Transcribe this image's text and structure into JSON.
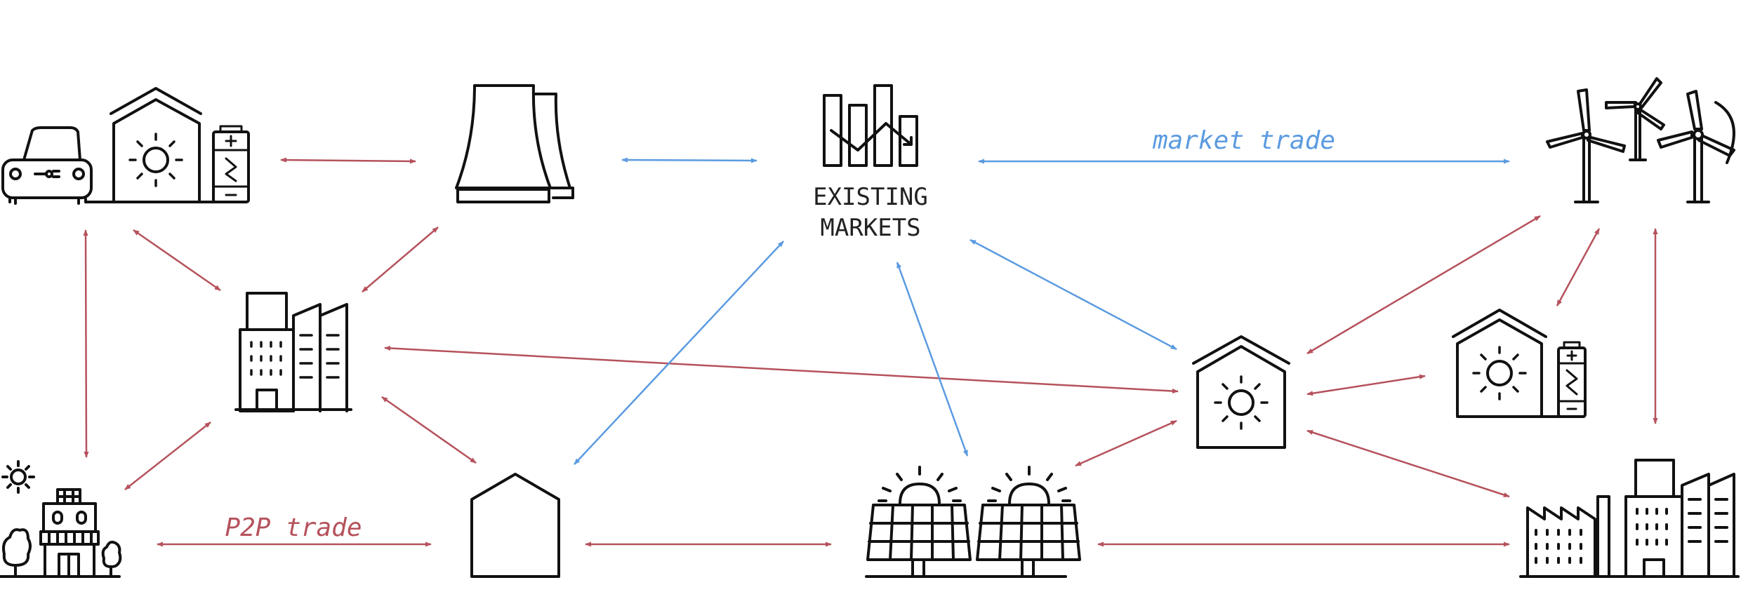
{
  "labels": {
    "existing_markets_line1": "EXISTING",
    "existing_markets_line2": "MARKETS",
    "market_trade": "market trade",
    "p2p_trade": "P2P trade"
  },
  "colors": {
    "p2p": "#b5525c",
    "market": "#5b9be0",
    "icon": "#111111"
  },
  "icons": [
    "electric-car-icon",
    "solar-house-icon",
    "battery-icon",
    "cooling-tower-icon",
    "market-chart-icon",
    "wind-turbines-icon",
    "office-building-icon",
    "solar-house-center-icon",
    "solar-house-battery-icon",
    "shop-icon",
    "sun-icon",
    "trees-icon",
    "plain-house-icon",
    "solar-panels-icon",
    "factory-icon"
  ]
}
